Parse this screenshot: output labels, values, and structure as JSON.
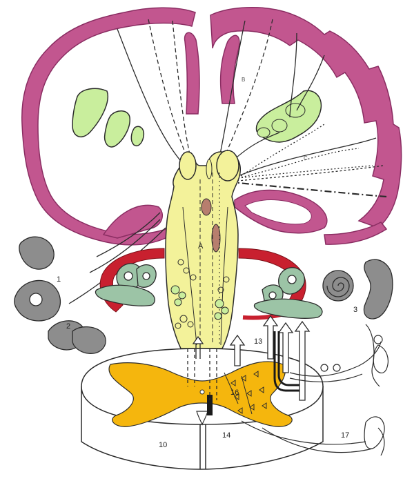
{
  "diagram": {
    "labels": {
      "n1": "1",
      "n2": "2",
      "n3": "3",
      "n10": "10",
      "n13": "13",
      "n14": "14",
      "n16": "16",
      "n17": "17",
      "A": "A",
      "B": "B",
      "C": "C"
    },
    "colors": {
      "cortex": "#c2568f",
      "cortex_edge": "#8a2d62",
      "brainstem": "#f3f29a",
      "nucleus_green": "#c9ee9d",
      "inner_ear": "#9cc4a6",
      "grey_organs": "#8d8d8d",
      "spinal_grey_matter": "#f5b60d",
      "red_band": "#c8202f",
      "nucleus_brown": "#b77e6e"
    }
  }
}
